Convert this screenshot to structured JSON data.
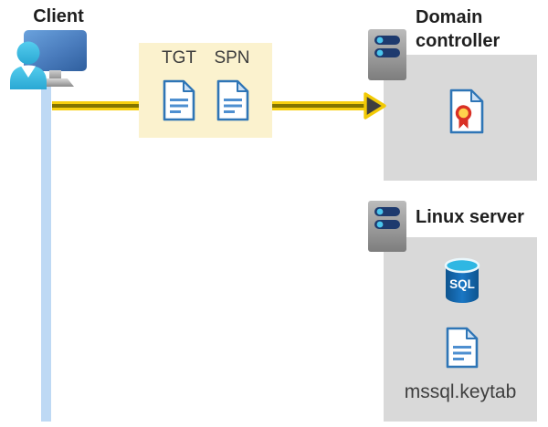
{
  "client": {
    "label": "Client"
  },
  "tickets": {
    "tgt_label": "TGT",
    "spn_label": "SPN"
  },
  "domain_controller": {
    "label": "Domain controller"
  },
  "linux_server": {
    "label": "Linux server",
    "database_label": "SQL",
    "keytab_label": "mssql.keytab"
  },
  "icons": {
    "client-user-icon": "cyan person silhouette",
    "client-monitor-icon": "blue desktop monitor on stand",
    "server-icon": "gray rack server with two navy bays and cyan leds",
    "document-icon": "white document with folded corner and blue text lines",
    "certificate-icon": "document with red ribbon seal and gold center",
    "sql-database-icon": "blue database cylinder labeled SQL",
    "arrow-right-icon": "yellow arrow with dark stripe pointing right",
    "lifeline": "light blue vertical client lifeline"
  },
  "colors": {
    "arrow_yellow": "#F7CF0F",
    "arrow_stripe": "#827400",
    "ticket_box_yellow": "#FBF2CE",
    "panel_gray": "#D9D9D9",
    "doc_border_blue": "#2E75B6",
    "doc_line_blue": "#4E8FD0",
    "lifeline_blue": "#BED9F4",
    "monitor_blue": "#4A7CBD",
    "person_cyan": "#3FBFE4",
    "sql_body_blue": "#1168AE",
    "sql_top_cyan": "#2FB7E3",
    "certificate_red": "#D93025",
    "certificate_gold": "#FFD34D",
    "server_bay_navy": "#1E3A6E",
    "heading_text": "#1F1F1F"
  }
}
